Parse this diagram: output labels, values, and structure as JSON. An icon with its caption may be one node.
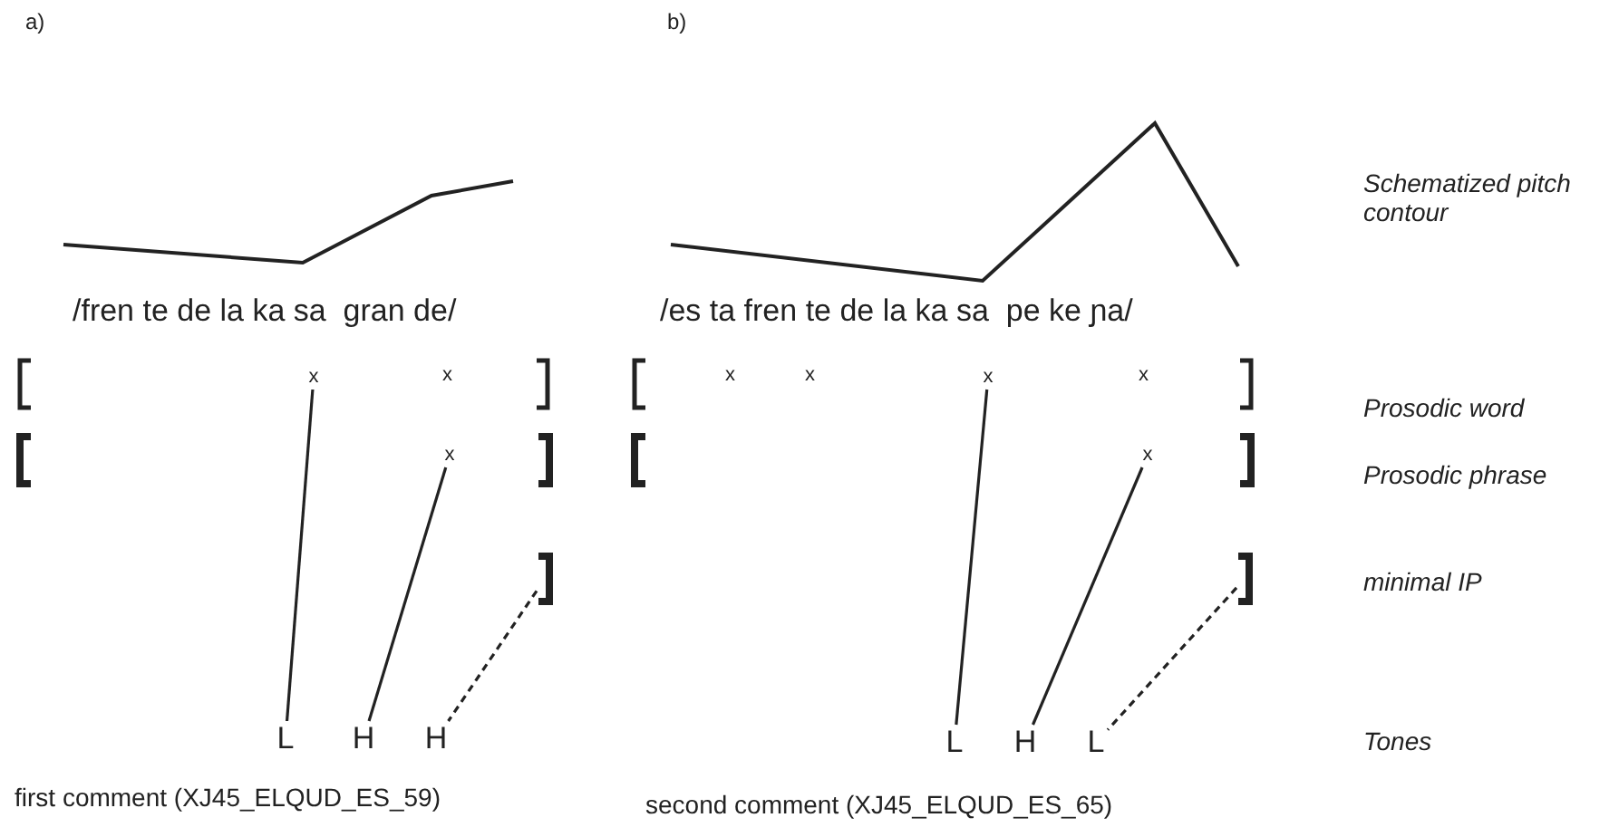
{
  "diagram": {
    "nodes": [
      {
        "text": [
          "x"
        ]
      },
      {
        "text": [
          "x"
        ]
      },
      {
        "text": [],
        "shape": "bracket"
      },
      {
        "text": [
          "L"
        ]
      },
      {
        "text": [
          "H"
        ]
      },
      {
        "text": [
          "H"
        ]
      },
      {
        "text": [
          "x"
        ]
      },
      {
        "text": [
          "x"
        ]
      },
      {
        "text": [],
        "shape": "bracket"
      },
      {
        "text": [
          "L"
        ]
      },
      {
        "text": [
          "H"
        ]
      },
      {
        "text": [
          "L"
        ]
      }
    ],
    "edges": [
      {
        "from": 0,
        "to": 3,
        "arrow": "none"
      },
      {
        "from": 1,
        "to": 4,
        "arrow": "none"
      },
      {
        "from": 2,
        "to": 5,
        "arrow": "none",
        "style": "dashed"
      },
      {
        "from": 6,
        "to": 9,
        "arrow": "none"
      },
      {
        "from": 7,
        "to": 10,
        "arrow": "none"
      },
      {
        "from": 8,
        "to": 11,
        "arrow": "none",
        "style": "dashed"
      }
    ],
    "labels": [
      "a)",
      "b)",
      "Schematized pitch contour",
      "/fren te de la ka sa  gran de/",
      "/es ta fren te de la ka sa  pe ke ɲa/",
      "x",
      "x",
      "x",
      "x",
      "Prosodic word",
      "Prosodic phrase",
      "minimal IP",
      "Tones",
      "first comment (XJ45_ELQUD_ES_59)",
      "second comment (XJ45_ELQUD_ES_65)"
    ]
  }
}
